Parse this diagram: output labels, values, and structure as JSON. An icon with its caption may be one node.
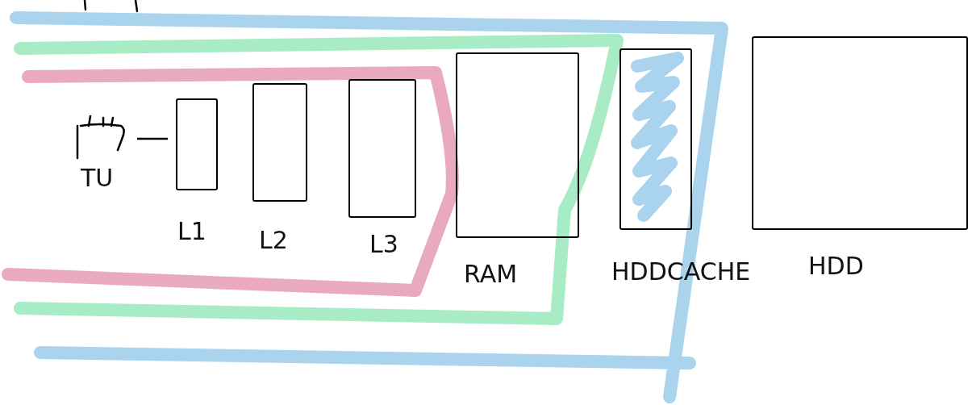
{
  "diagram": {
    "nodes": [
      {
        "text": [
          "TU"
        ]
      },
      {
        "text": [
          "L1"
        ]
      },
      {
        "text": [
          "L2"
        ]
      },
      {
        "text": [
          "L3"
        ]
      },
      {
        "text": [
          "RAM"
        ]
      },
      {
        "text": [
          "HDDCACHE"
        ]
      },
      {
        "text": [
          "HDD"
        ]
      }
    ],
    "edges": [
      {
        "from": 0,
        "to": 1,
        "arrow": "none"
      }
    ]
  }
}
